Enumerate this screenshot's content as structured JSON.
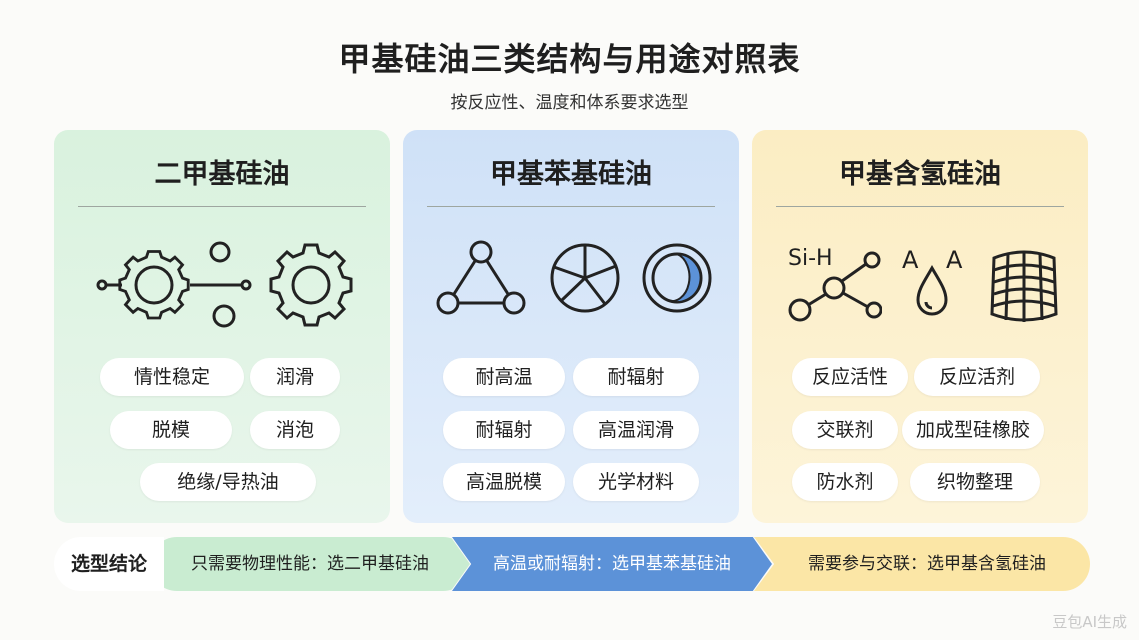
{
  "header": {
    "title": "甲基硅油三类结构与用途对照表",
    "subtitle": "按反应性、温度和体系要求选型"
  },
  "cards": [
    {
      "title": "二甲基硅油",
      "icons": [
        "chain-gear-icon",
        "gear-icon"
      ],
      "pills": [
        "情性稳定",
        "润滑",
        "脱模",
        "消泡",
        "绝缘/导热油"
      ]
    },
    {
      "title": "甲基苯基硅油",
      "icons": [
        "triangle-molecule-icon",
        "pie-segments-icon",
        "partial-ring-icon"
      ],
      "pills": [
        "耐高温",
        "耐辐射",
        "耐辐射",
        "高温润滑",
        "高温脱模",
        "光学材料"
      ]
    },
    {
      "title": "甲基含氢硅油",
      "si_h_label": "Si-H",
      "a_label_1": "A",
      "a_label_2": "A",
      "icons": [
        "si-h-molecule-icon",
        "water-drop-icon",
        "fabric-icon"
      ],
      "pills": [
        "反应活性",
        "反应活剂",
        "交联剂",
        "加成型硅橡胶",
        "防水剂",
        "织物整理"
      ]
    }
  ],
  "bottom": {
    "label": "选型结论",
    "segments": [
      "只需要物理性能：选二甲基硅油",
      "高温或耐辐射：选甲基苯基硅油",
      "需要参与交联：选甲基含氢硅油"
    ]
  },
  "watermark": "豆包AI生成",
  "colors": {
    "green": "#d9f2de",
    "blue": "#cfe1f7",
    "yellow": "#fbedc3",
    "accent_blue": "#5c92d8"
  }
}
